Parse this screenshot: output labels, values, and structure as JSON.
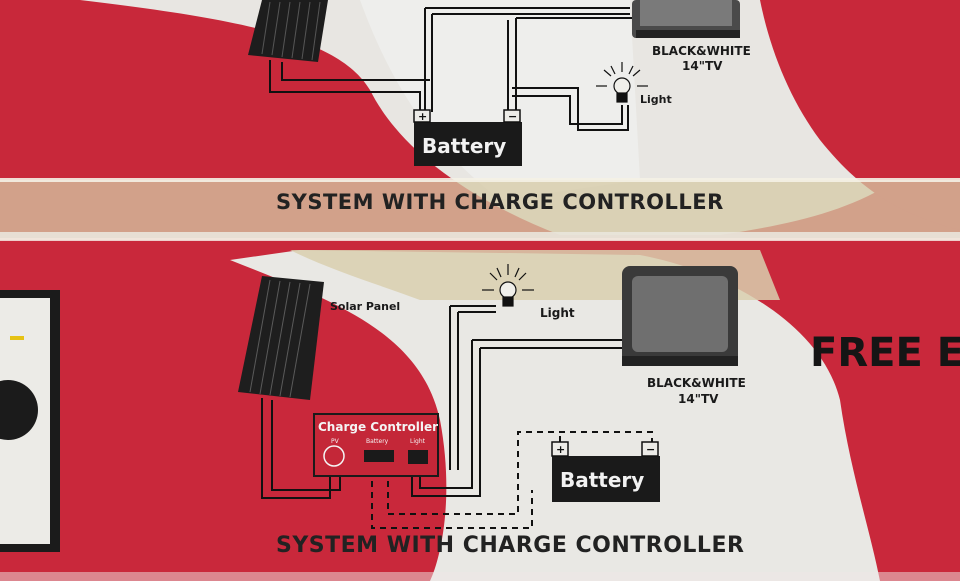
{
  "top_panel": {
    "tv_label_line1": "BLACK&WHITE",
    "tv_label_line2": "14\"TV",
    "light_label": "Light",
    "battery_label": "Battery",
    "headline": "SYSTEM WITH CHARGE CONTROLLER"
  },
  "bottom_panel": {
    "solar_label": "Solar Panel",
    "light_label": "Light",
    "tv_label_line1": "BLACK&WHITE",
    "tv_label_line2": "14\"TV",
    "controller_title": "Charge Controller",
    "controller_pv": "PV",
    "controller_battery": "Battery",
    "controller_light": "Light",
    "battery_label": "Battery",
    "headline": "SYSTEM WITH CHARGE CONTROLLER",
    "side_text": "FREE E"
  },
  "colors": {
    "box_red": "#c8283a",
    "panel_white": "#e9e9e6",
    "tape": "#d8cfb0",
    "ink": "#1a1a1a"
  }
}
